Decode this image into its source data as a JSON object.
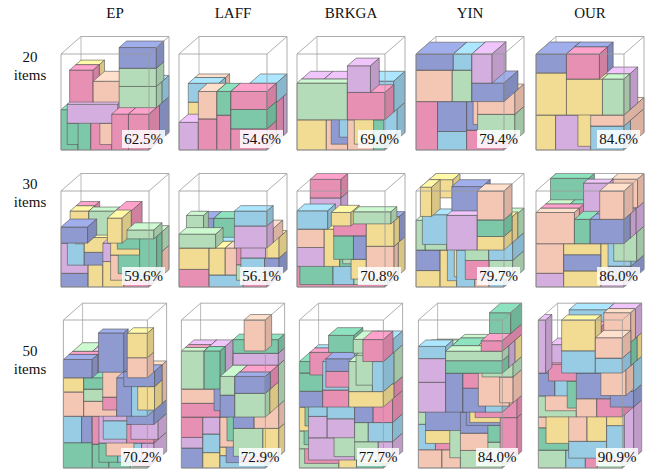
{
  "diagram": {
    "labels": [
      "EP",
      "LAFF",
      "BRKGA",
      "YIN",
      "OUR",
      "20 items",
      "30 items",
      "50 items",
      "62.5%",
      "54.6%",
      "69.0%",
      "79.4%",
      "84.6%",
      "59.6%",
      "56.1%",
      "70.8%",
      "79.7%",
      "86.0%",
      "70.2%",
      "72.9%",
      "77.7%",
      "84.0%",
      "90.9%"
    ]
  }
}
